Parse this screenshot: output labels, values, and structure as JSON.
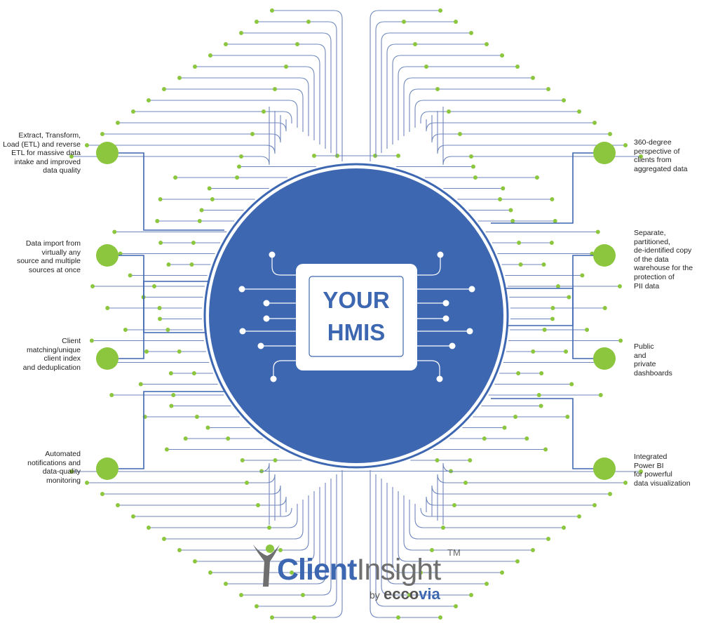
{
  "chip": {
    "line1": "YOUR",
    "line2": "HMIS"
  },
  "features_left": [
    [
      "Extract, Transform,",
      "Load (ETL) and reverse",
      "ETL for massive data",
      "intake and improved",
      "data quality"
    ],
    [
      "Data import from",
      "virtually any",
      "source and multiple",
      "sources at once"
    ],
    [
      "Client",
      "matching/unique",
      "client index",
      "and deduplication"
    ],
    [
      "Automated",
      "notifications and",
      "data-quality",
      "monitoring"
    ]
  ],
  "features_right": [
    [
      "360-degree",
      "perspective of",
      "clients from",
      "aggregated data"
    ],
    [
      "Separate,",
      "partitioned,",
      "de-identified copy",
      "of the data",
      "warehouse for the",
      "protection of",
      "PII data"
    ],
    [
      "Public",
      "and",
      "private",
      "dashboards"
    ],
    [
      "Integrated",
      "Power BI",
      "for powerful",
      "data visualization"
    ]
  ],
  "logo": {
    "client": "Client",
    "insight": "Insight",
    "tm": "TM",
    "by": "by",
    "ecco": "ecco",
    "via": "via"
  },
  "colors": {
    "blue": "#3e67b1",
    "green": "#8cc63f",
    "trace": "#6f86bd",
    "gray": "#6f6f6f"
  }
}
